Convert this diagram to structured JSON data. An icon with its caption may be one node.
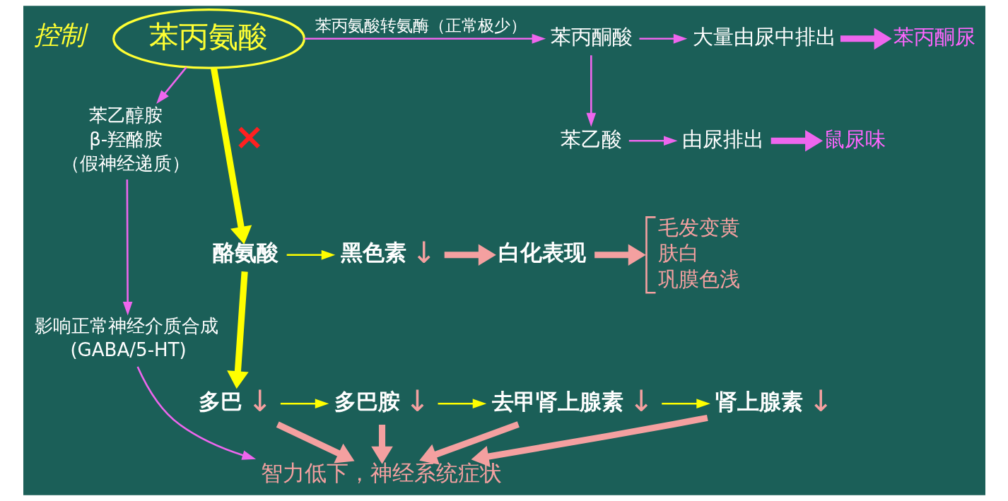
{
  "diagram": {
    "nodes": [
      {
        "text": [
          "苯乙醇胺",
          "β-羟酪胺",
          "（假神经递质）"
        ]
      },
      {
        "text": [
          "苯丙氨酸"
        ]
      },
      {
        "text": [
          "苯丙酮酸"
        ]
      },
      {
        "text": [
          "大量由尿中排出"
        ]
      },
      {
        "text": [
          "苯丙酮尿"
        ]
      },
      {
        "text": [
          "苯乙酸"
        ]
      },
      {
        "text": [
          "由尿排出"
        ]
      },
      {
        "text": [
          "鼠尿味"
        ]
      },
      {
        "text": [
          "酪氨酸"
        ]
      },
      {
        "text": [
          "黑色素"
        ],
        "beside": [
          "↓"
        ]
      },
      {
        "text": [
          "白化表现"
        ]
      },
      {
        "text": [
          "毛发变黄",
          "肤白",
          "巩膜色浅"
        ]
      },
      {
        "text": [
          "影响正常神经介质合成",
          "(GABA/5-HT)"
        ]
      },
      {
        "text": [
          "多巴"
        ],
        "beside": [
          "↓"
        ]
      },
      {
        "text": [
          "多巴胺"
        ],
        "beside": [
          "↓"
        ]
      },
      {
        "text": [
          "去甲肾上腺素"
        ],
        "beside": [
          "↓"
        ]
      },
      {
        "text": [
          "肾上腺素"
        ],
        "beside": [
          "↓"
        ]
      },
      {
        "text": [
          "智力低下，神经系统症状"
        ]
      }
    ],
    "edges": [
      {
        "from": 1,
        "to": 0,
        "arrow": "to"
      },
      {
        "from": 1,
        "to": 2,
        "arrow": "to",
        "label": "苯丙氨酸转氨酶（正常极少）"
      },
      {
        "from": 2,
        "to": 3,
        "arrow": "to"
      },
      {
        "from": 2,
        "to": 5,
        "arrow": "to"
      },
      {
        "from": 3,
        "to": 4,
        "arrow": "to",
        "style": "thick"
      },
      {
        "from": 5,
        "to": 6,
        "arrow": "to"
      },
      {
        "from": 6,
        "to": 7,
        "arrow": "to",
        "style": "thick"
      },
      {
        "from": 1,
        "to": 8,
        "arrow": "to",
        "style": "thick",
        "color": "#ffff00",
        "label": "×"
      },
      {
        "from": 8,
        "to": 9,
        "arrow": "to",
        "color": "#ffff00"
      },
      {
        "from": 9,
        "to": 10,
        "arrow": "to",
        "style": "thick",
        "color": "#f4a0a0"
      },
      {
        "from": 10,
        "to": 11,
        "arrow": "to",
        "style": "thick",
        "color": "#f4a0a0"
      },
      {
        "from": 0,
        "to": 12,
        "arrow": "to"
      },
      {
        "from": 8,
        "to": 13,
        "arrow": "to",
        "style": "thick",
        "color": "#ffff00"
      },
      {
        "from": 13,
        "to": 14,
        "arrow": "to",
        "color": "#ffff00"
      },
      {
        "from": 14,
        "to": 15,
        "arrow": "to",
        "color": "#ffff00"
      },
      {
        "from": 15,
        "to": 16,
        "arrow": "to",
        "color": "#ffff00"
      },
      {
        "from": 13,
        "to": 17,
        "arrow": "to",
        "style": "thick",
        "color": "#f4a0a0"
      },
      {
        "from": 14,
        "to": 17,
        "arrow": "to",
        "style": "thick",
        "color": "#f4a0a0"
      },
      {
        "from": 15,
        "to": 17,
        "arrow": "to",
        "style": "thick",
        "color": "#f4a0a0"
      },
      {
        "from": 16,
        "to": 17,
        "arrow": "to",
        "style": "thick",
        "color": "#f4a0a0"
      },
      {
        "from": 12,
        "to": 17,
        "arrow": "to"
      }
    ],
    "labels": [
      "控制"
    ]
  }
}
